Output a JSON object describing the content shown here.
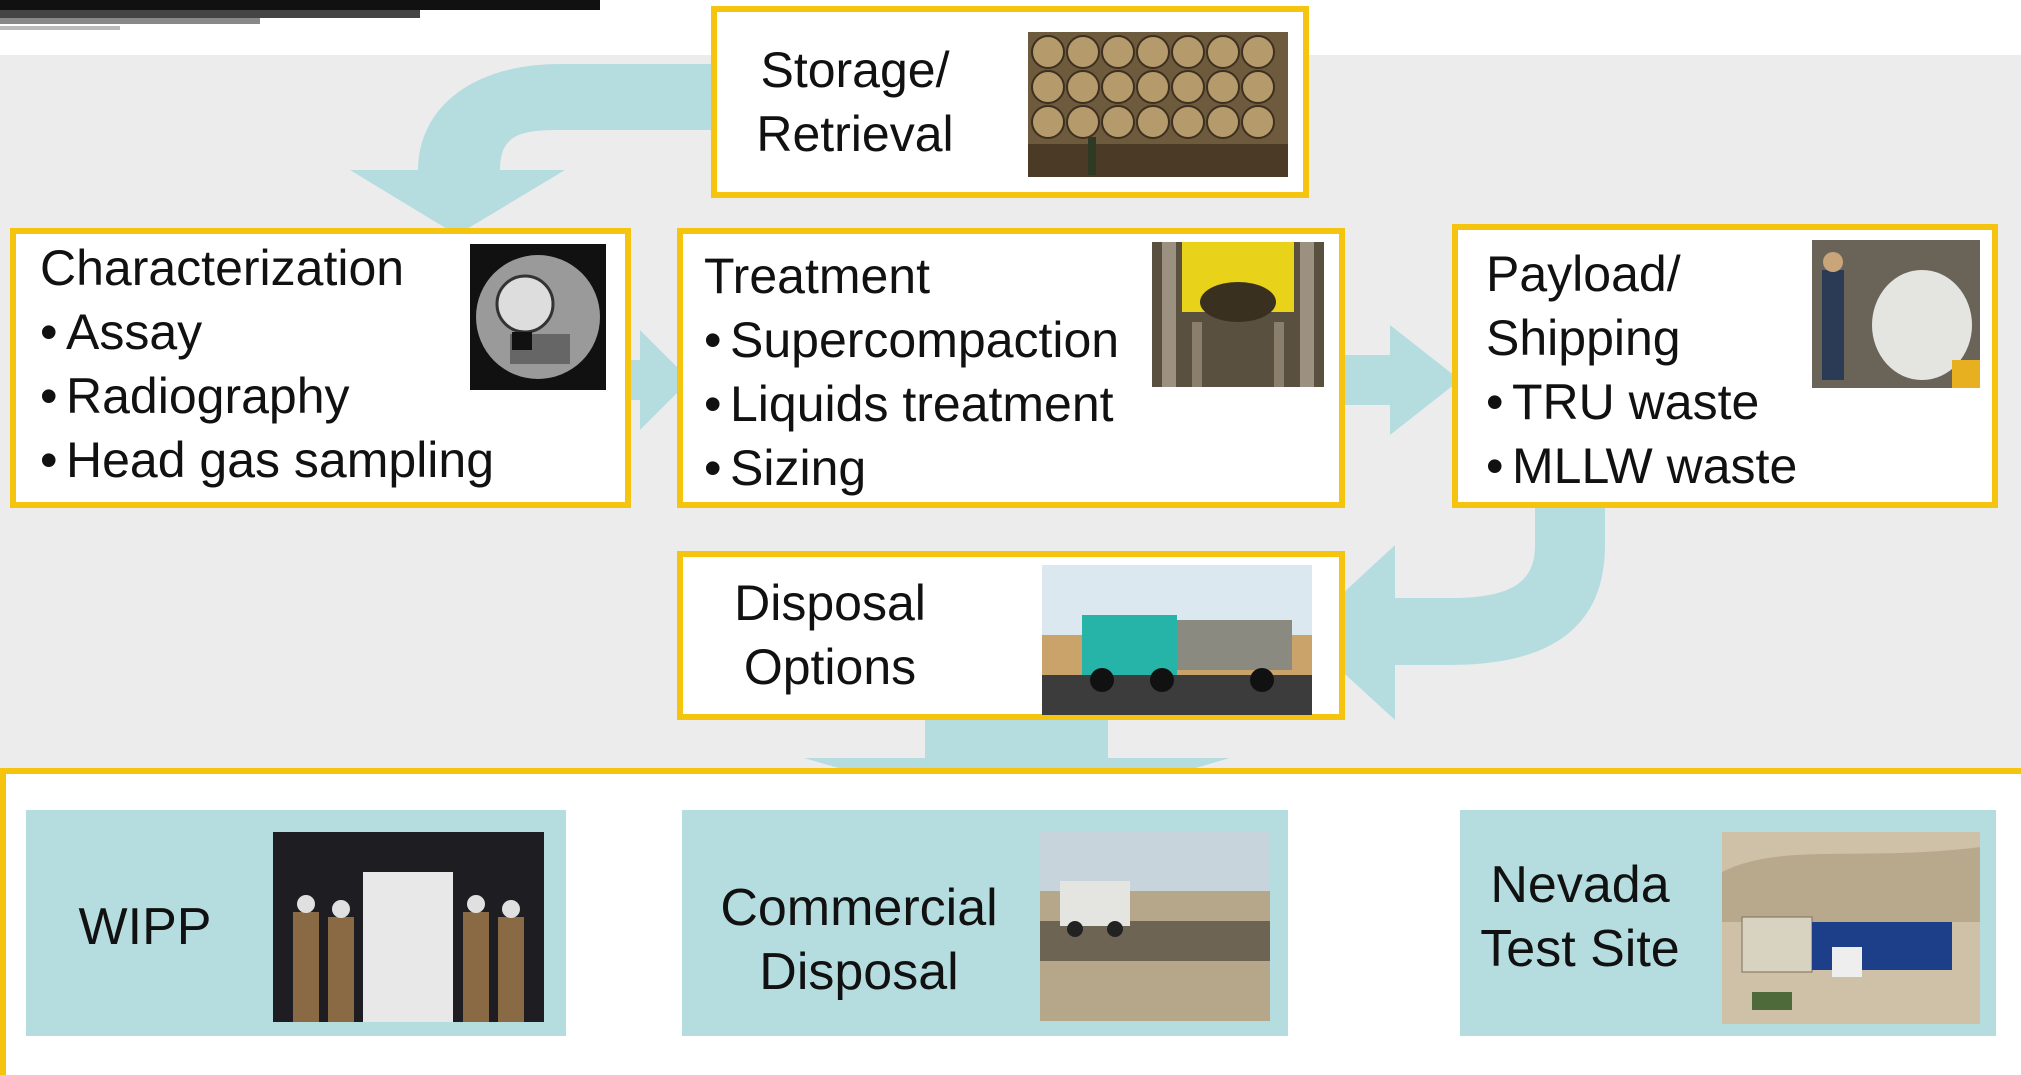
{
  "storage": {
    "lines": [
      "Storage/",
      "Retrieval"
    ]
  },
  "characterization": {
    "title": "Characterization",
    "items": [
      "Assay",
      "Radiography",
      "Head gas sampling"
    ]
  },
  "treatment": {
    "title": "Treatment",
    "items": [
      "Supercompaction",
      "Liquids treatment",
      "Sizing"
    ]
  },
  "payload": {
    "lines": [
      "Payload/",
      "Shipping"
    ],
    "items": [
      "TRU waste",
      "MLLW waste"
    ]
  },
  "disposal": {
    "lines": [
      "Disposal",
      "Options"
    ]
  },
  "destinations": {
    "wipp": {
      "lines": [
        "WIPP"
      ]
    },
    "commercial": {
      "lines": [
        "Commercial",
        "Disposal"
      ]
    },
    "nevada": {
      "lines": [
        "Nevada",
        "Test Site"
      ]
    }
  },
  "colors": {
    "box_border": "#f5c40f",
    "arrow": "#b5dde0",
    "background_band": "#ececec"
  }
}
